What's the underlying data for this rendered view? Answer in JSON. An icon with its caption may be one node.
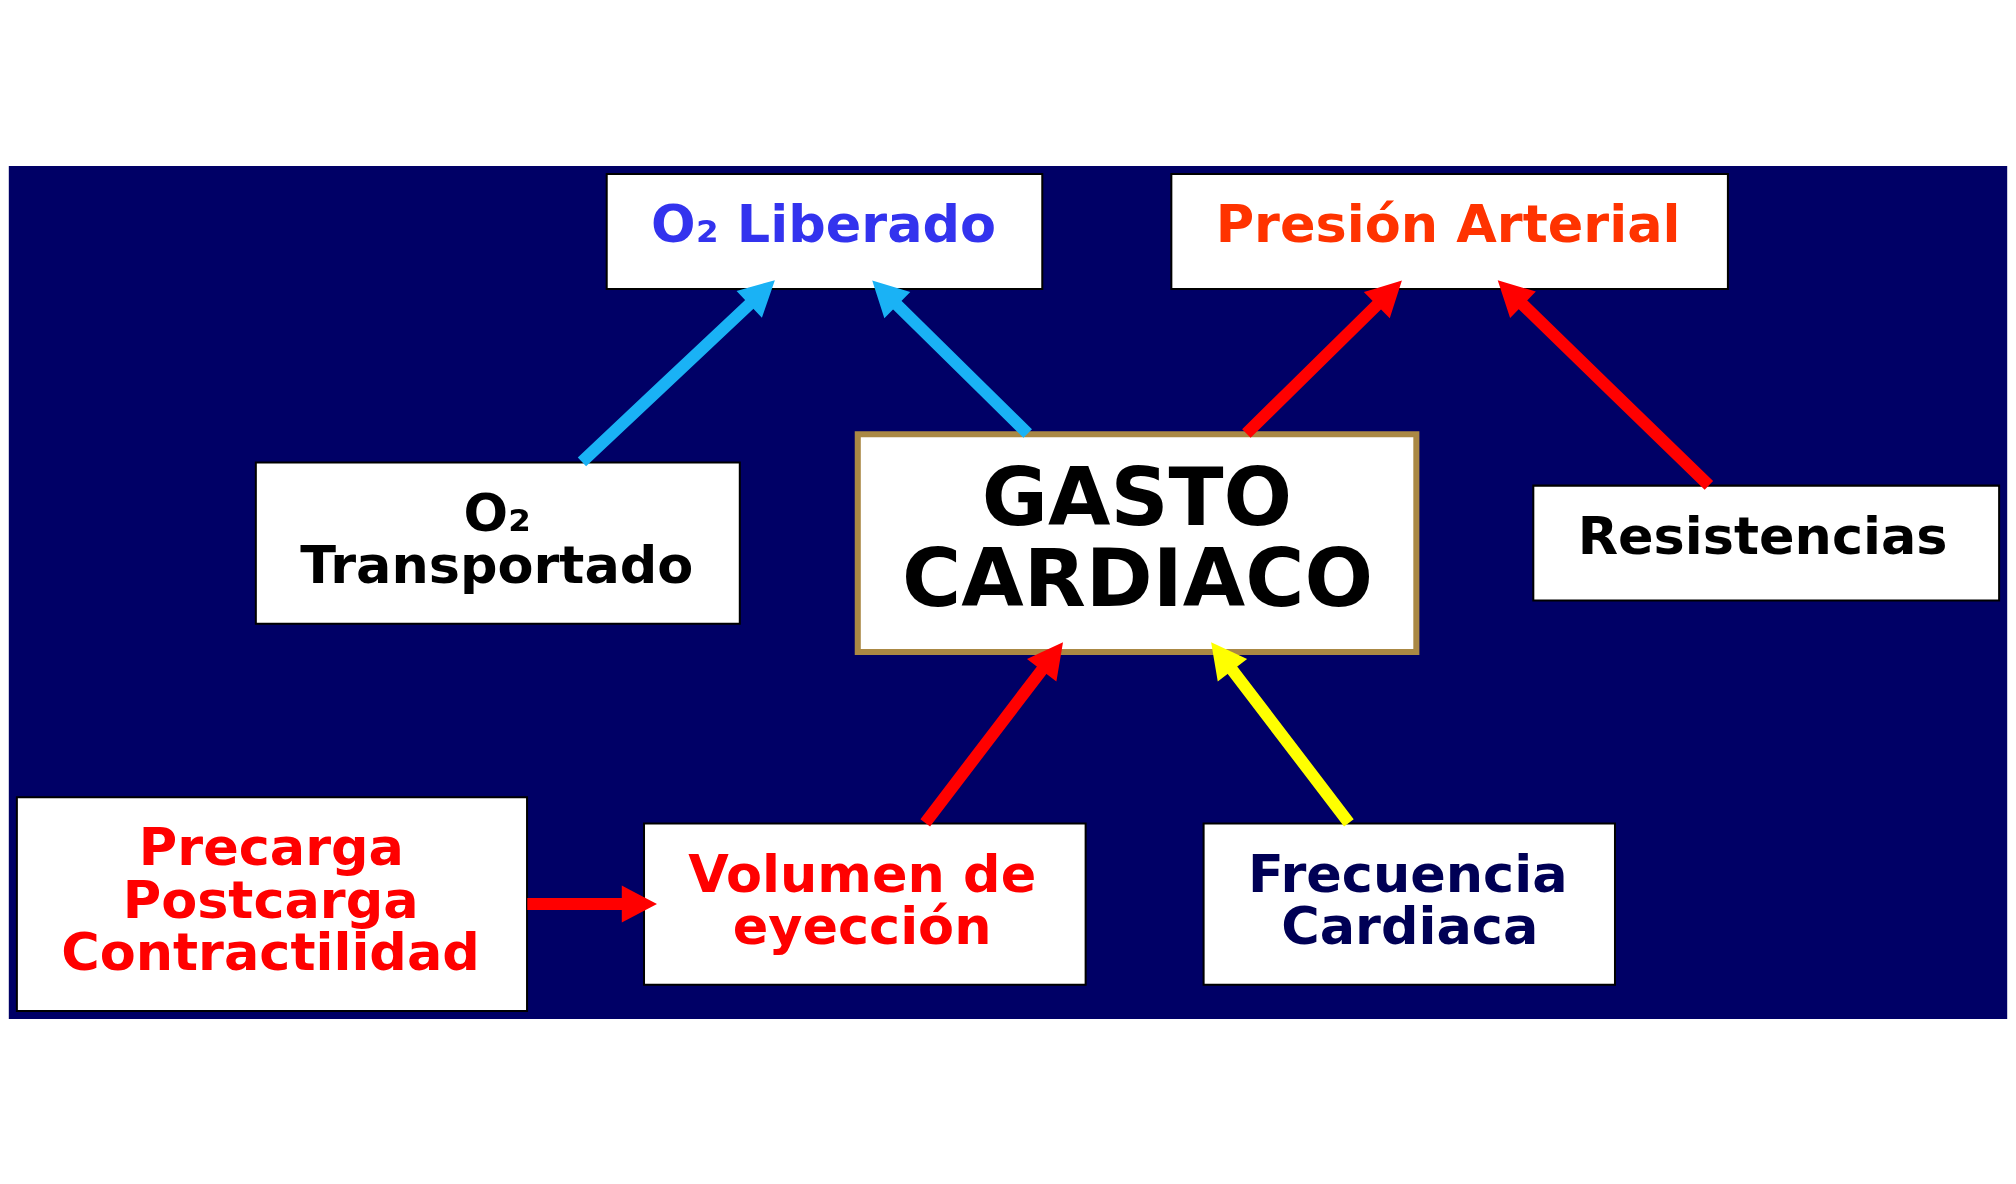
{
  "diagram": {
    "nodes": [
      {
        "text": [
          "O₂ Liberado"
        ]
      },
      {
        "text": [
          "Presión Arterial"
        ]
      },
      {
        "text": [
          "O₂ Transportado"
        ]
      },
      {
        "text": [
          "GASTO CARDIACO"
        ]
      },
      {
        "text": [
          "Resistencias"
        ]
      },
      {
        "text": [
          "Precarga",
          "Postcarga",
          "Contractilidad"
        ]
      },
      {
        "text": [
          "Volumen de eyección"
        ]
      },
      {
        "text": [
          "Frecuencia Cardiaca"
        ]
      }
    ],
    "edges": [
      {
        "from": 2,
        "to": 0,
        "arrow": "to",
        "color": "#1ab2f5"
      },
      {
        "from": 3,
        "to": 0,
        "arrow": "to",
        "color": "#1ab2f5"
      },
      {
        "from": 3,
        "to": 1,
        "arrow": "to"
      },
      {
        "from": 4,
        "to": 1,
        "arrow": "to"
      },
      {
        "from": 6,
        "to": 3,
        "arrow": "to"
      },
      {
        "from": 7,
        "to": 3,
        "arrow": "to",
        "color": "#ffff00"
      },
      {
        "from": 5,
        "to": 6,
        "arrow": "to"
      }
    ]
  }
}
